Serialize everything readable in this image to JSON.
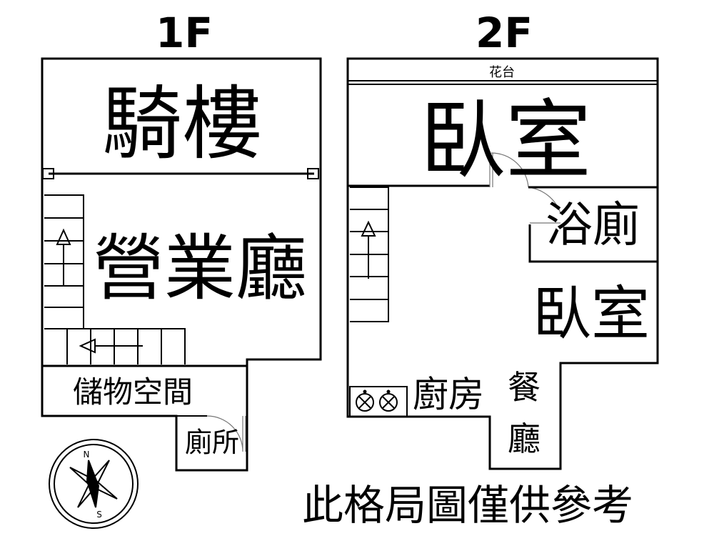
{
  "floor1": {
    "title": "1F",
    "rooms": {
      "arcade": "騎樓",
      "hall": "營業廳",
      "storage": "儲物空間",
      "toilet": "廁所"
    }
  },
  "floor2": {
    "title": "2F",
    "rooms": {
      "balcony": "花台",
      "bedroom_top": "臥室",
      "bathroom": "浴廁",
      "bedroom_right": "臥室",
      "kitchen": "廚房",
      "dining_1": "餐",
      "dining_2": "廳"
    }
  },
  "compass": {
    "north": "N",
    "south": "S"
  },
  "disclaimer": "此格局圖僅供參考"
}
